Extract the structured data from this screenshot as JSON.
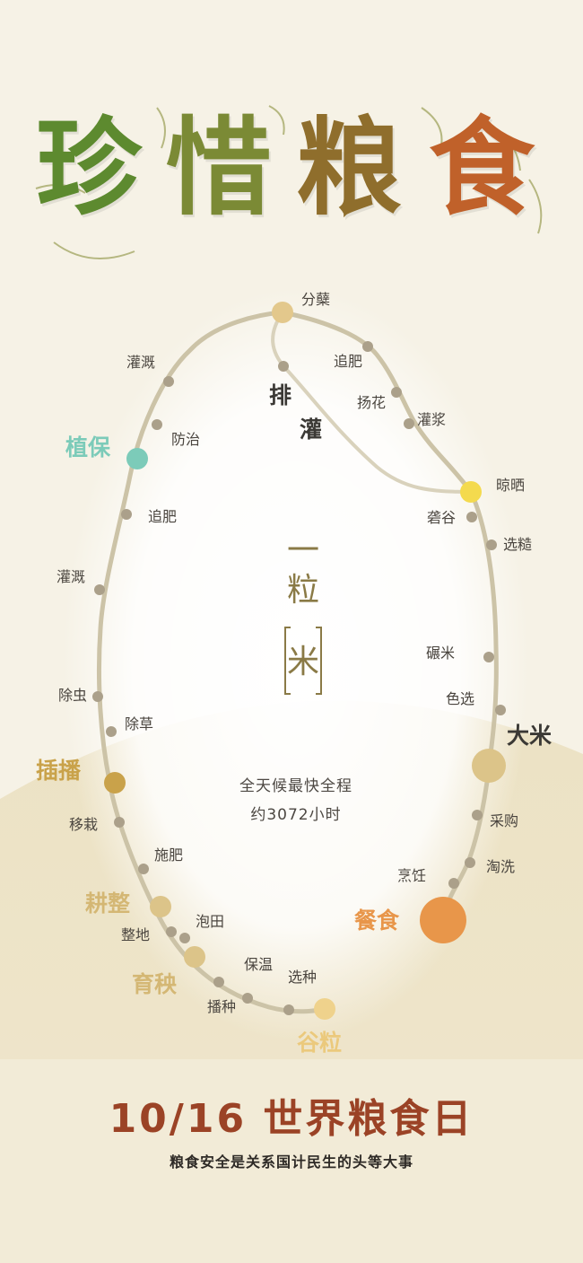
{
  "title_chars": [
    "珍",
    "惜",
    "粮",
    "食"
  ],
  "center_vertical": [
    "一",
    "粒",
    "米"
  ],
  "duration": {
    "line1": "全天候最快全程",
    "line2": "约3072小时"
  },
  "footer": {
    "date": "10/16  世界粮食日",
    "slogan": "粮食安全是关系国计民生的头等大事"
  },
  "stages": {
    "zhibao": "植保",
    "chabo": "插播",
    "gengzheng": "耕整",
    "yuyang": "育秧",
    "gulí": "谷粒",
    "canshi": "餐食",
    "dami": "大米",
    "pai": "排",
    "guan": "灌"
  },
  "stops": {
    "fennie": "分蘖",
    "zhuifei1": "追肥",
    "yanghua": "扬花",
    "guanjiang": "灌浆",
    "liangshai": "晾晒",
    "ligu": "砻谷",
    "xuancao": "选糙",
    "nianmi": "碾米",
    "sexuan": "色选",
    "caigou": "采购",
    "taoxi": "淘洗",
    "pengren": "烹饪",
    "guangai1": "灌溉",
    "fangzhi": "防治",
    "zhuifei2": "追肥",
    "guangai2": "灌溉",
    "chuchong": "除虫",
    "chucao": "除草",
    "yizai": "移栽",
    "shifei": "施肥",
    "paotian": "泡田",
    "zhengdi": "整地",
    "baowen": "保温",
    "xuanzhong": "选种",
    "bozhong": "播种"
  },
  "colors": {
    "background": "#f6f2e6",
    "zhibao": "#7ccbb9",
    "chabo": "#c9a24a",
    "gengzheng": "#dcc489",
    "gulí": "#efd28c",
    "canshi": "#e8964a",
    "dami_text": "#3b3935",
    "dot": "#aba08a",
    "date": "#9b4326"
  }
}
